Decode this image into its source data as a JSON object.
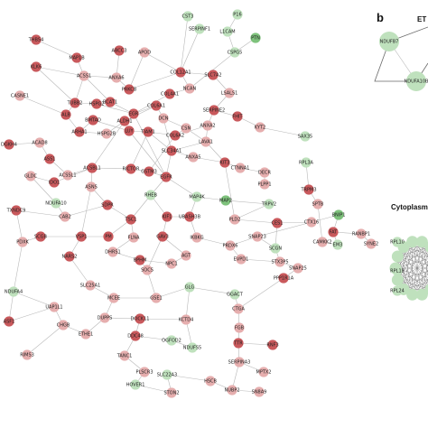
{
  "panel_b_label": "b",
  "panel_b_clusters": [
    {
      "title": "ET"
    },
    {
      "title": "Cytoplasm"
    }
  ],
  "colors": {
    "up": "#c9595c",
    "up_light": "#e6aeae",
    "down": "#7ec27c",
    "down_light": "#bfe1bd",
    "edge": "#b8b8b8"
  },
  "nodes": [
    {
      "id": "CST3",
      "color": "down_light"
    },
    {
      "id": "P16",
      "color": "down_light"
    },
    {
      "id": "SERPINF1",
      "color": "down_light"
    },
    {
      "id": "L1CAM",
      "color": "down_light"
    },
    {
      "id": "PTN",
      "color": "down"
    },
    {
      "id": "THBS4",
      "color": "up"
    },
    {
      "id": "MAP1B",
      "color": "up"
    },
    {
      "id": "ABCC3",
      "color": "up"
    },
    {
      "id": "APOD",
      "color": "up_light"
    },
    {
      "id": "CSPG5",
      "color": "down_light"
    },
    {
      "id": "KLK6",
      "color": "up"
    },
    {
      "id": "ACSS1",
      "color": "up_light"
    },
    {
      "id": "PRKCB",
      "color": "up"
    },
    {
      "id": "COL12A1",
      "color": "up"
    },
    {
      "id": "SLC7A2",
      "color": "up"
    },
    {
      "id": "NCAN",
      "color": "up_light"
    },
    {
      "id": "LSALS1",
      "color": "up_light"
    },
    {
      "id": "ANXA6",
      "color": "up_light"
    },
    {
      "id": "COL4A1",
      "color": "up"
    },
    {
      "id": "SERPINE2",
      "color": "up"
    },
    {
      "id": "FHIT",
      "color": "up"
    },
    {
      "id": "HSPG2",
      "color": "up"
    },
    {
      "id": "EGR",
      "color": "up"
    },
    {
      "id": "COL6A1",
      "color": "up"
    },
    {
      "id": "CASNE1",
      "color": "up_light"
    },
    {
      "id": "TUBB2",
      "color": "up"
    },
    {
      "id": "ALDH1",
      "color": "up"
    },
    {
      "id": "BCAT1",
      "color": "up"
    },
    {
      "id": "DCN",
      "color": "up_light"
    },
    {
      "id": "ANXA2",
      "color": "up_light"
    },
    {
      "id": "KYT2",
      "color": "up_light"
    },
    {
      "id": "SAX35",
      "color": "down_light"
    },
    {
      "id": "BMTAD",
      "color": "up"
    },
    {
      "id": "DGKH4",
      "color": "up"
    },
    {
      "id": "ACAD8",
      "color": "up_light"
    },
    {
      "id": "ALB",
      "color": "up"
    },
    {
      "id": "LUY",
      "color": "up"
    },
    {
      "id": "ARHA1",
      "color": "up"
    },
    {
      "id": "HSPG2B",
      "color": "up_light"
    },
    {
      "id": "TIAM1",
      "color": "up"
    },
    {
      "id": "COL6A2",
      "color": "up"
    },
    {
      "id": "CSN",
      "color": "up_light"
    },
    {
      "id": "LAVA1",
      "color": "up_light"
    },
    {
      "id": "ASS1",
      "color": "up"
    },
    {
      "id": "ACSSL1",
      "color": "up_light"
    },
    {
      "id": "ACSBL1",
      "color": "up"
    },
    {
      "id": "IDO1",
      "color": "up"
    },
    {
      "id": "GLDC",
      "color": "up_light"
    },
    {
      "id": "SLC34A1",
      "color": "up"
    },
    {
      "id": "ANXA5",
      "color": "up_light"
    },
    {
      "id": "KIT3",
      "color": "up"
    },
    {
      "id": "CTNNA1",
      "color": "up_light"
    },
    {
      "id": "DECR",
      "color": "up_light"
    },
    {
      "id": "RPL3A",
      "color": "down_light"
    },
    {
      "id": "ASNS",
      "color": "up_light"
    },
    {
      "id": "RICTOR",
      "color": "up"
    },
    {
      "id": "GSTM3",
      "color": "up"
    },
    {
      "id": "EGFR",
      "color": "up"
    },
    {
      "id": "PLPP1",
      "color": "up_light"
    },
    {
      "id": "TRPM3",
      "color": "up"
    },
    {
      "id": "NDUFA10",
      "color": "down_light"
    },
    {
      "id": "SDPR",
      "color": "up"
    },
    {
      "id": "RHEB",
      "color": "down_light"
    },
    {
      "id": "MAP4K",
      "color": "down_light"
    },
    {
      "id": "MAP2",
      "color": "down"
    },
    {
      "id": "TRPV2",
      "color": "down_light"
    },
    {
      "id": "SPTB",
      "color": "up_light"
    },
    {
      "id": "TXNDC9",
      "color": "up"
    },
    {
      "id": "CAB2",
      "color": "up_light"
    },
    {
      "id": "TSC1",
      "color": "up"
    },
    {
      "id": "KIF1",
      "color": "up"
    },
    {
      "id": "UBASH3B",
      "color": "up"
    },
    {
      "id": "PLD2",
      "color": "up_light"
    },
    {
      "id": "CES1",
      "color": "up"
    },
    {
      "id": "CTX16",
      "color": "up_light"
    },
    {
      "id": "BNIP1",
      "color": "down"
    },
    {
      "id": "SCGB",
      "color": "up"
    },
    {
      "id": "GAV3",
      "color": "up"
    },
    {
      "id": "IKBKG",
      "color": "up_light"
    },
    {
      "id": "SNAP23",
      "color": "up_light"
    },
    {
      "id": "FAT",
      "color": "up"
    },
    {
      "id": "RANBP1",
      "color": "up_light"
    },
    {
      "id": "PDXK",
      "color": "up_light"
    },
    {
      "id": "VSP1",
      "color": "up"
    },
    {
      "id": "PM",
      "color": "up"
    },
    {
      "id": "FLNA",
      "color": "up_light"
    },
    {
      "id": "AGT",
      "color": "up_light"
    },
    {
      "id": "PRDX6",
      "color": "up_light"
    },
    {
      "id": "SCGN",
      "color": "down_light"
    },
    {
      "id": "CAMKK2",
      "color": "up_light"
    },
    {
      "id": "EM3",
      "color": "down_light"
    },
    {
      "id": "SYNE2",
      "color": "up_light"
    },
    {
      "id": "NARS2",
      "color": "up"
    },
    {
      "id": "DHRS1",
      "color": "up_light"
    },
    {
      "id": "BPHM",
      "color": "up"
    },
    {
      "id": "NPC1",
      "color": "up_light"
    },
    {
      "id": "EVPD1",
      "color": "up_light"
    },
    {
      "id": "STX3P5",
      "color": "up_light"
    },
    {
      "id": "SNAP25",
      "color": "up_light"
    },
    {
      "id": "SLC25A1",
      "color": "up_light"
    },
    {
      "id": "SOCS",
      "color": "up_light"
    },
    {
      "id": "PPP1R1A",
      "color": "up"
    },
    {
      "id": "NDUFA4",
      "color": "down_light"
    },
    {
      "id": "UAP1L1",
      "color": "up_light"
    },
    {
      "id": "MCEE",
      "color": "up_light"
    },
    {
      "id": "GSE1",
      "color": "up_light"
    },
    {
      "id": "GLG",
      "color": "down_light"
    },
    {
      "id": "GGACT",
      "color": "down_light"
    },
    {
      "id": "CTGA",
      "color": "up_light"
    },
    {
      "id": "ASF1",
      "color": "up"
    },
    {
      "id": "DUPPS",
      "color": "up_light"
    },
    {
      "id": "DOCK11",
      "color": "up"
    },
    {
      "id": "KCTD4",
      "color": "up_light"
    },
    {
      "id": "FGB",
      "color": "up_light"
    },
    {
      "id": "CHGB",
      "color": "up_light"
    },
    {
      "id": "ETHE1",
      "color": "up_light"
    },
    {
      "id": "DDC48",
      "color": "up"
    },
    {
      "id": "OGFOD2",
      "color": "down_light"
    },
    {
      "id": "NDUFS5",
      "color": "down_light"
    },
    {
      "id": "TTR",
      "color": "up"
    },
    {
      "id": "RNF3",
      "color": "up"
    },
    {
      "id": "RIMS3",
      "color": "up_light"
    },
    {
      "id": "TANC1",
      "color": "up_light"
    },
    {
      "id": "PLSCR3",
      "color": "up_light"
    },
    {
      "id": "SERPINA3",
      "color": "up_light"
    },
    {
      "id": "MPTX2",
      "color": "up_light"
    },
    {
      "id": "HOVER1",
      "color": "down_light"
    },
    {
      "id": "SLC22A3",
      "color": "down_light"
    },
    {
      "id": "HSCB",
      "color": "up_light"
    },
    {
      "id": "STON2",
      "color": "up_light"
    },
    {
      "id": "NUBP2",
      "color": "up_light"
    },
    {
      "id": "SN8A9",
      "color": "up_light"
    },
    {
      "id": "NDUFB7",
      "color": "down_light"
    },
    {
      "id": "NDUFA10B",
      "color": "down_light"
    },
    {
      "id": "RPL10",
      "color": "down_light"
    },
    {
      "id": "RPL18",
      "color": "down_light"
    },
    {
      "id": "RPL24",
      "color": "down_light"
    }
  ]
}
